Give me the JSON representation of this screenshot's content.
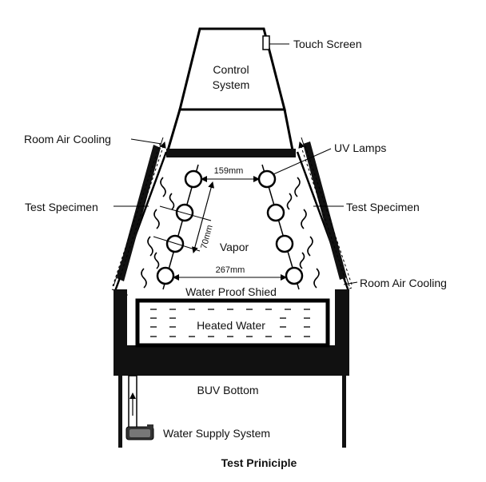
{
  "labels": {
    "touch_screen": "Touch Screen",
    "control_line1": "Control",
    "control_line2": "System",
    "room_air_cooling_left": "Room Air Cooling",
    "room_air_cooling_right": "Room Air Cooling",
    "uv_lamps": "UV Lamps",
    "test_specimen_left": "Test Specimen",
    "test_specimen_right": "Test Specimen",
    "vapor": "Vapor",
    "water_proof_shield": "Water Proof Shied",
    "heated_water": "Heated Water",
    "buv_bottom": "BUV Bottom",
    "water_supply_system": "Water Supply System",
    "caption": "Test Priniciple"
  },
  "dimensions": {
    "top_spacing": "159mm",
    "vertical_spacing": "70mm",
    "bottom_spacing": "267mm"
  }
}
